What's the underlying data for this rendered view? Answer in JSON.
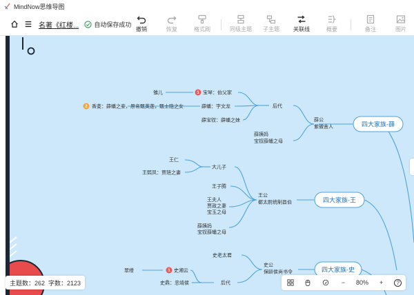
{
  "window": {
    "title": "MindNow思维导图"
  },
  "header": {
    "doc_title": "名著《红楼...",
    "save_status": "自动保存成功"
  },
  "toolbar": {
    "undo": "撤销",
    "redo": "恢复",
    "format_painter": "格式刷",
    "sibling_topic": "同级主题",
    "child_topic": "子主题",
    "relation": "关联线",
    "summary": "概要",
    "note": "备注",
    "image": "图片"
  },
  "mindmap": {
    "xue": {
      "main": "四大家族-薛",
      "parent_top": "薛公",
      "parent_bottom": "紫微舍人",
      "descendant": "后代",
      "mother_top": "薛姨妈",
      "mother_bottom": "宝钗薛蟠之母",
      "baoqin": "宝琴：伯父家",
      "baoqin_badge": "1",
      "chuner": "雏儿",
      "xuepan": "薛蟠：字文龙",
      "xuepan_note": "香菱：薛蟠之妾，原名甄英莲，甄士隐之女",
      "xuepan_badge": "2",
      "baochai": "薛宝钗：薛蟠之妹"
    },
    "wang": {
      "main": "四大家族-王",
      "parent_top": "王公",
      "parent_bottom": "都太尉统制县伯",
      "eldest": "大儿子",
      "wangren": "王仁",
      "wangxifeng": "王熙凤：贾琏之妻",
      "wangziteng": "王子腾",
      "wangfuren_1": "王夫人",
      "wangfuren_2": "贾政之妻",
      "wangfuren_3": "宝玉之母",
      "xueyima_1": "薛姨妈",
      "xueyima_2": "宝钗薛蟠之母"
    },
    "shi": {
      "main": "四大家族-史",
      "grandma": "史老太君",
      "parent_top": "史公",
      "parent_bottom": "保龄侯尚书令",
      "xiangyun": "史湘云",
      "xiangyun_badge": "1",
      "cuilv": "翠缕",
      "shiding": "史鼎：忠靖侯",
      "descendant": "后代"
    }
  },
  "stats": {
    "text": "主题数：262  字数：2123"
  },
  "zoom": {
    "level": "80%",
    "minus": "−",
    "plus": "+",
    "help": "?"
  },
  "colors": {
    "canvas": "#cde8fb",
    "line": "#4aa3df",
    "badge_red": "#e65a5a",
    "badge_orange": "#f0a63a",
    "main_border": "#4aa3df"
  }
}
